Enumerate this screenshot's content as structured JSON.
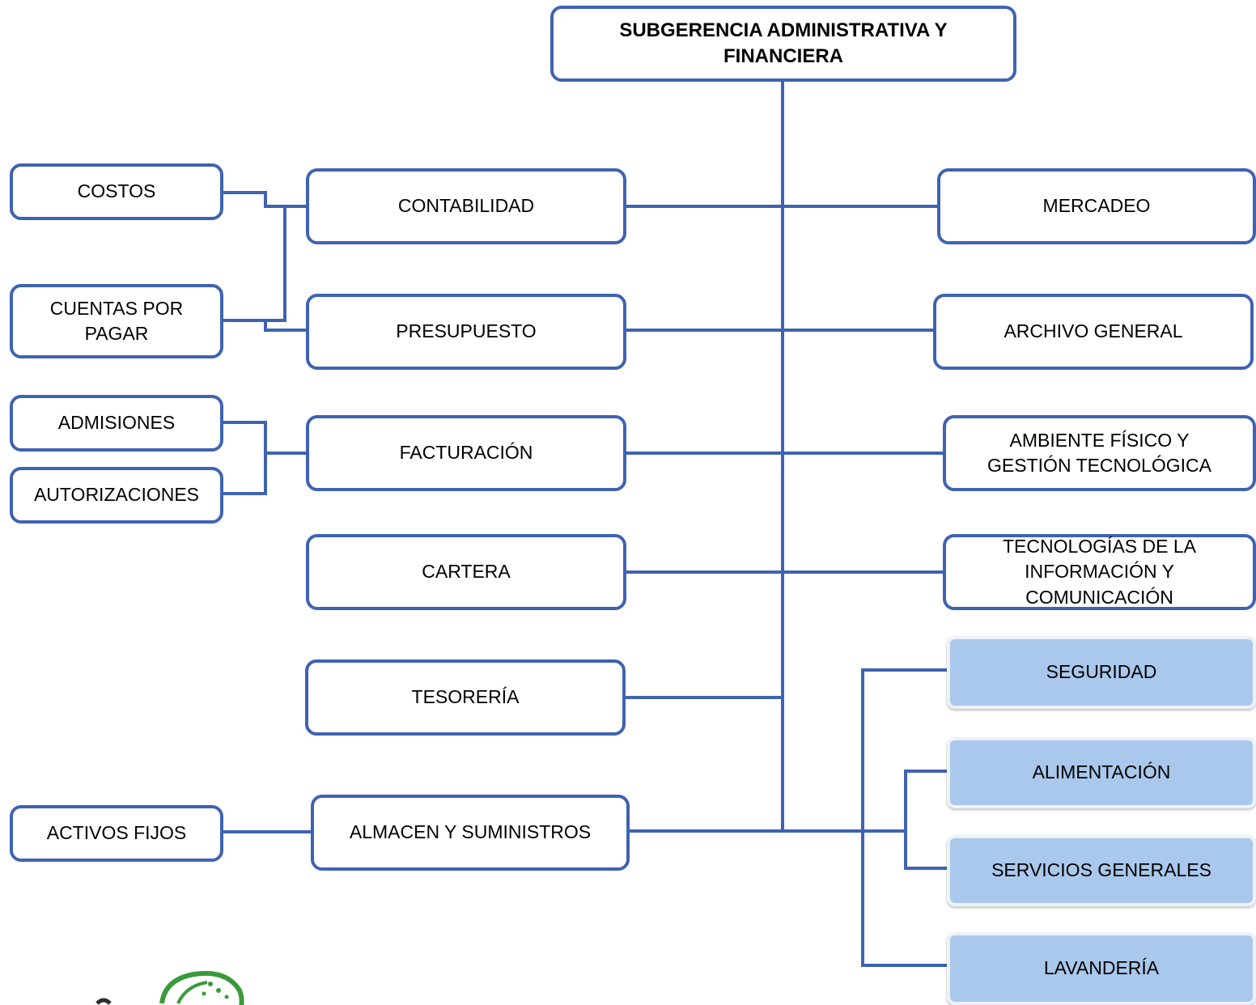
{
  "colors": {
    "line": "#3f63b2",
    "box_border": "#3f63b2",
    "shaded_fill": "#a9c8ec",
    "logo_green": "#3a9a3c"
  },
  "nodes": {
    "top": "SUBGERENCIA ADMINISTRATIVA Y FINANCIERA",
    "costos": "COSTOS",
    "cuentas_por_pagar": "CUENTAS POR PAGAR",
    "admisiones": "ADMISIONES",
    "autorizaciones": "AUTORIZACIONES",
    "activos_fijos": "ACTIVOS FIJOS",
    "contabilidad": "CONTABILIDAD",
    "presupuesto": "PRESUPUESTO",
    "facturacion": "FACTURACIÓN",
    "cartera": "CARTERA",
    "tesoreria": "TESORERÍA",
    "almacen": "ALMACEN Y SUMINISTROS",
    "mercadeo": "MERCADEO",
    "archivo_general": "ARCHIVO GENERAL",
    "ambiente_fisico": "AMBIENTE FÍSICO Y GESTIÓN TECNOLÓGICA",
    "tic": "TECNOLOGÍAS DE LA INFORMACIÓN Y COMUNICACIÓN",
    "seguridad": "SEGURIDAD",
    "alimentacion": "ALIMENTACIÓN",
    "servicios_generales": "SERVICIOS GENERALES",
    "lavanderia": "LAVANDERÍA"
  },
  "logo": {
    "icon": "leaf-swirl-logo"
  }
}
